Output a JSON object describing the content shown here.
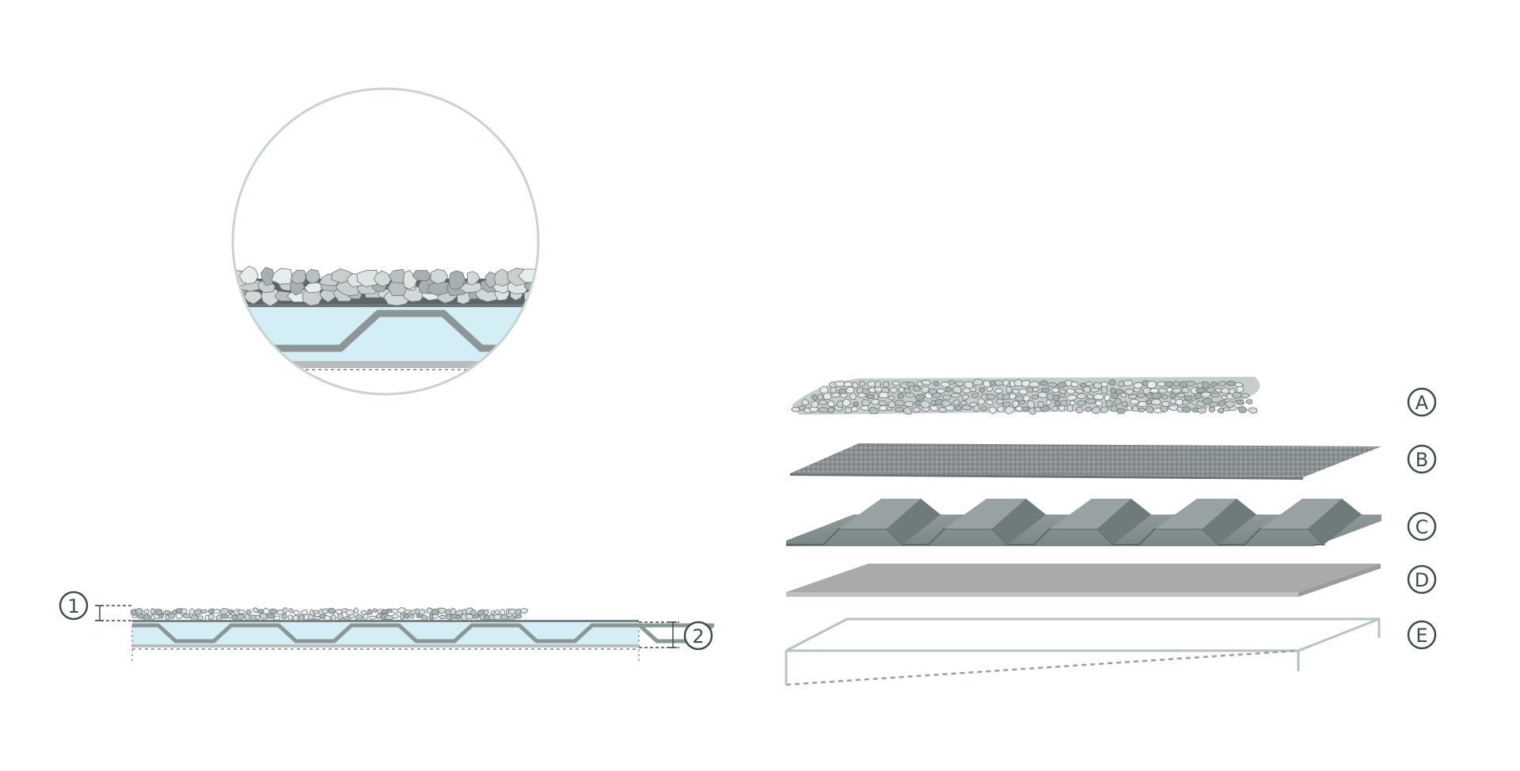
{
  "diagram": {
    "dimension_markers": [
      {
        "id": "1",
        "label": "1"
      },
      {
        "id": "2",
        "label": "2"
      }
    ],
    "layer_markers": [
      {
        "id": "A",
        "label": "A",
        "layer": "gravel"
      },
      {
        "id": "B",
        "label": "B",
        "layer": "membrane"
      },
      {
        "id": "C",
        "label": "C",
        "layer": "profiled-sheet"
      },
      {
        "id": "D",
        "label": "D",
        "layer": "board"
      },
      {
        "id": "E",
        "label": "E",
        "layer": "base-frame"
      }
    ]
  },
  "colors": {
    "marker_stroke": "#3f4b4d",
    "circle_outline": "#c9d3d1",
    "insulation": "#d3eef4",
    "profile": "#8b9696",
    "gravel_light": "#dfe3e3",
    "gravel_mid": "#b9c0c0",
    "gravel_dark": "#6b7474",
    "membrane": "#878d8f",
    "board": "#a9aaab",
    "frame": "#b5c4c2",
    "dashed": "#9aa0a0"
  }
}
